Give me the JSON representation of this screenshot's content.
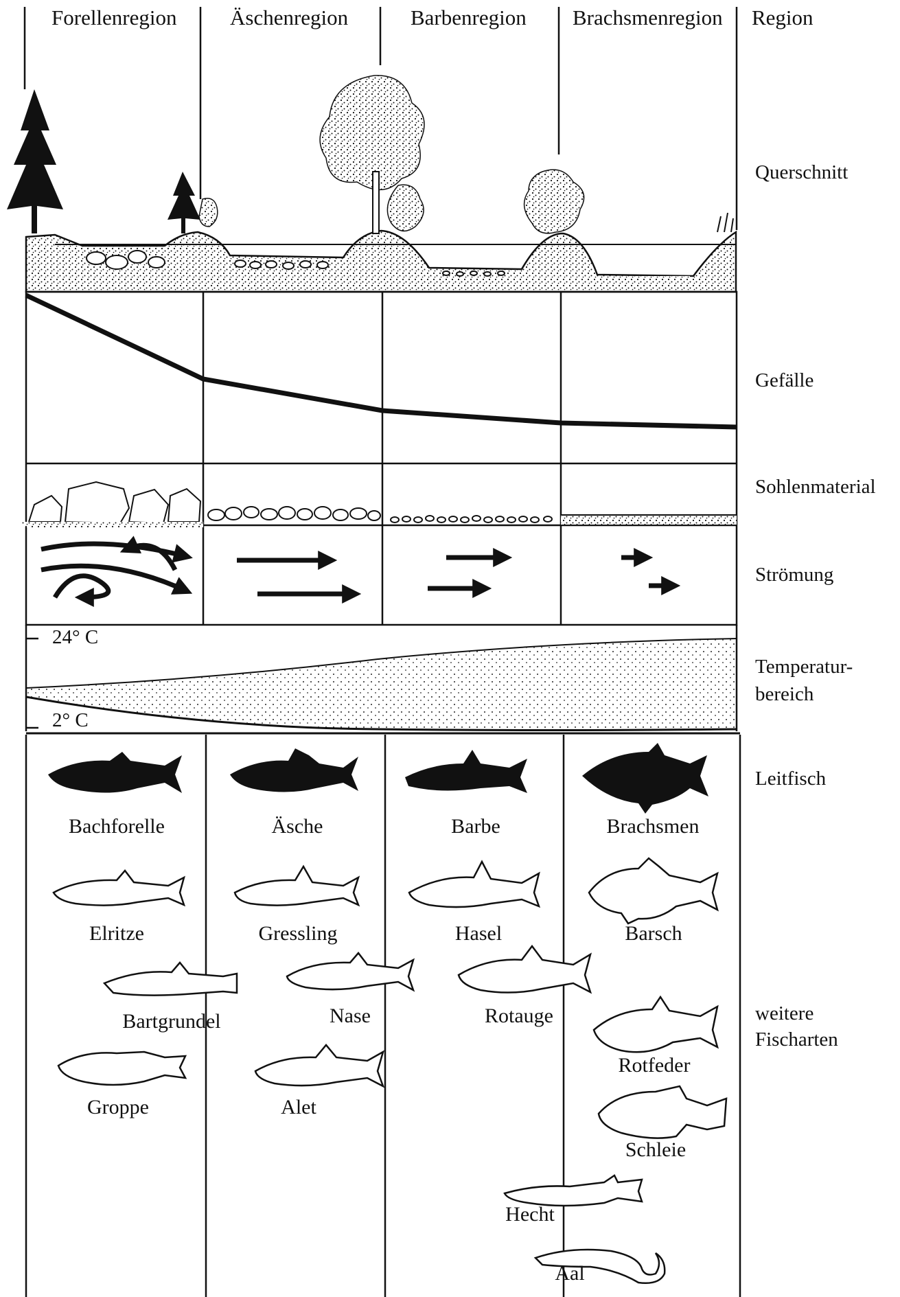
{
  "regions": [
    "Forellenregion",
    "Äschenregion",
    "Barbenregion",
    "Brachsmenregion"
  ],
  "row_labels": {
    "region": "Region",
    "querschnitt": "Querschnitt",
    "gefaelle": "Gefälle",
    "sohlenmaterial": "Sohlenmaterial",
    "stroemung": "Strömung",
    "temperatur_line1": "Temperatur-",
    "temperatur_line2": "bereich",
    "leitfisch": "Leitfisch",
    "weitere_line1": "weitere",
    "weitere_line2": "Fischarten"
  },
  "temperature": {
    "max_label": "24° C",
    "min_label": "2° C"
  },
  "leitfische": [
    "Bachforelle",
    "Äsche",
    "Barbe",
    "Brachsmen"
  ],
  "weitere_fischarten": {
    "forellenregion": [
      "Elritze",
      "Bartgrundel",
      "Groppe"
    ],
    "aeschenregion": [
      "Gressling",
      "Nase",
      "Alet"
    ],
    "barbenregion": [
      "Hasel",
      "Rotauge"
    ],
    "brachsmenregion": [
      "Barsch",
      "Rotfeder",
      "Schleie"
    ],
    "boundary_barben_brachsmen": [
      "Hecht",
      "Aal"
    ]
  }
}
